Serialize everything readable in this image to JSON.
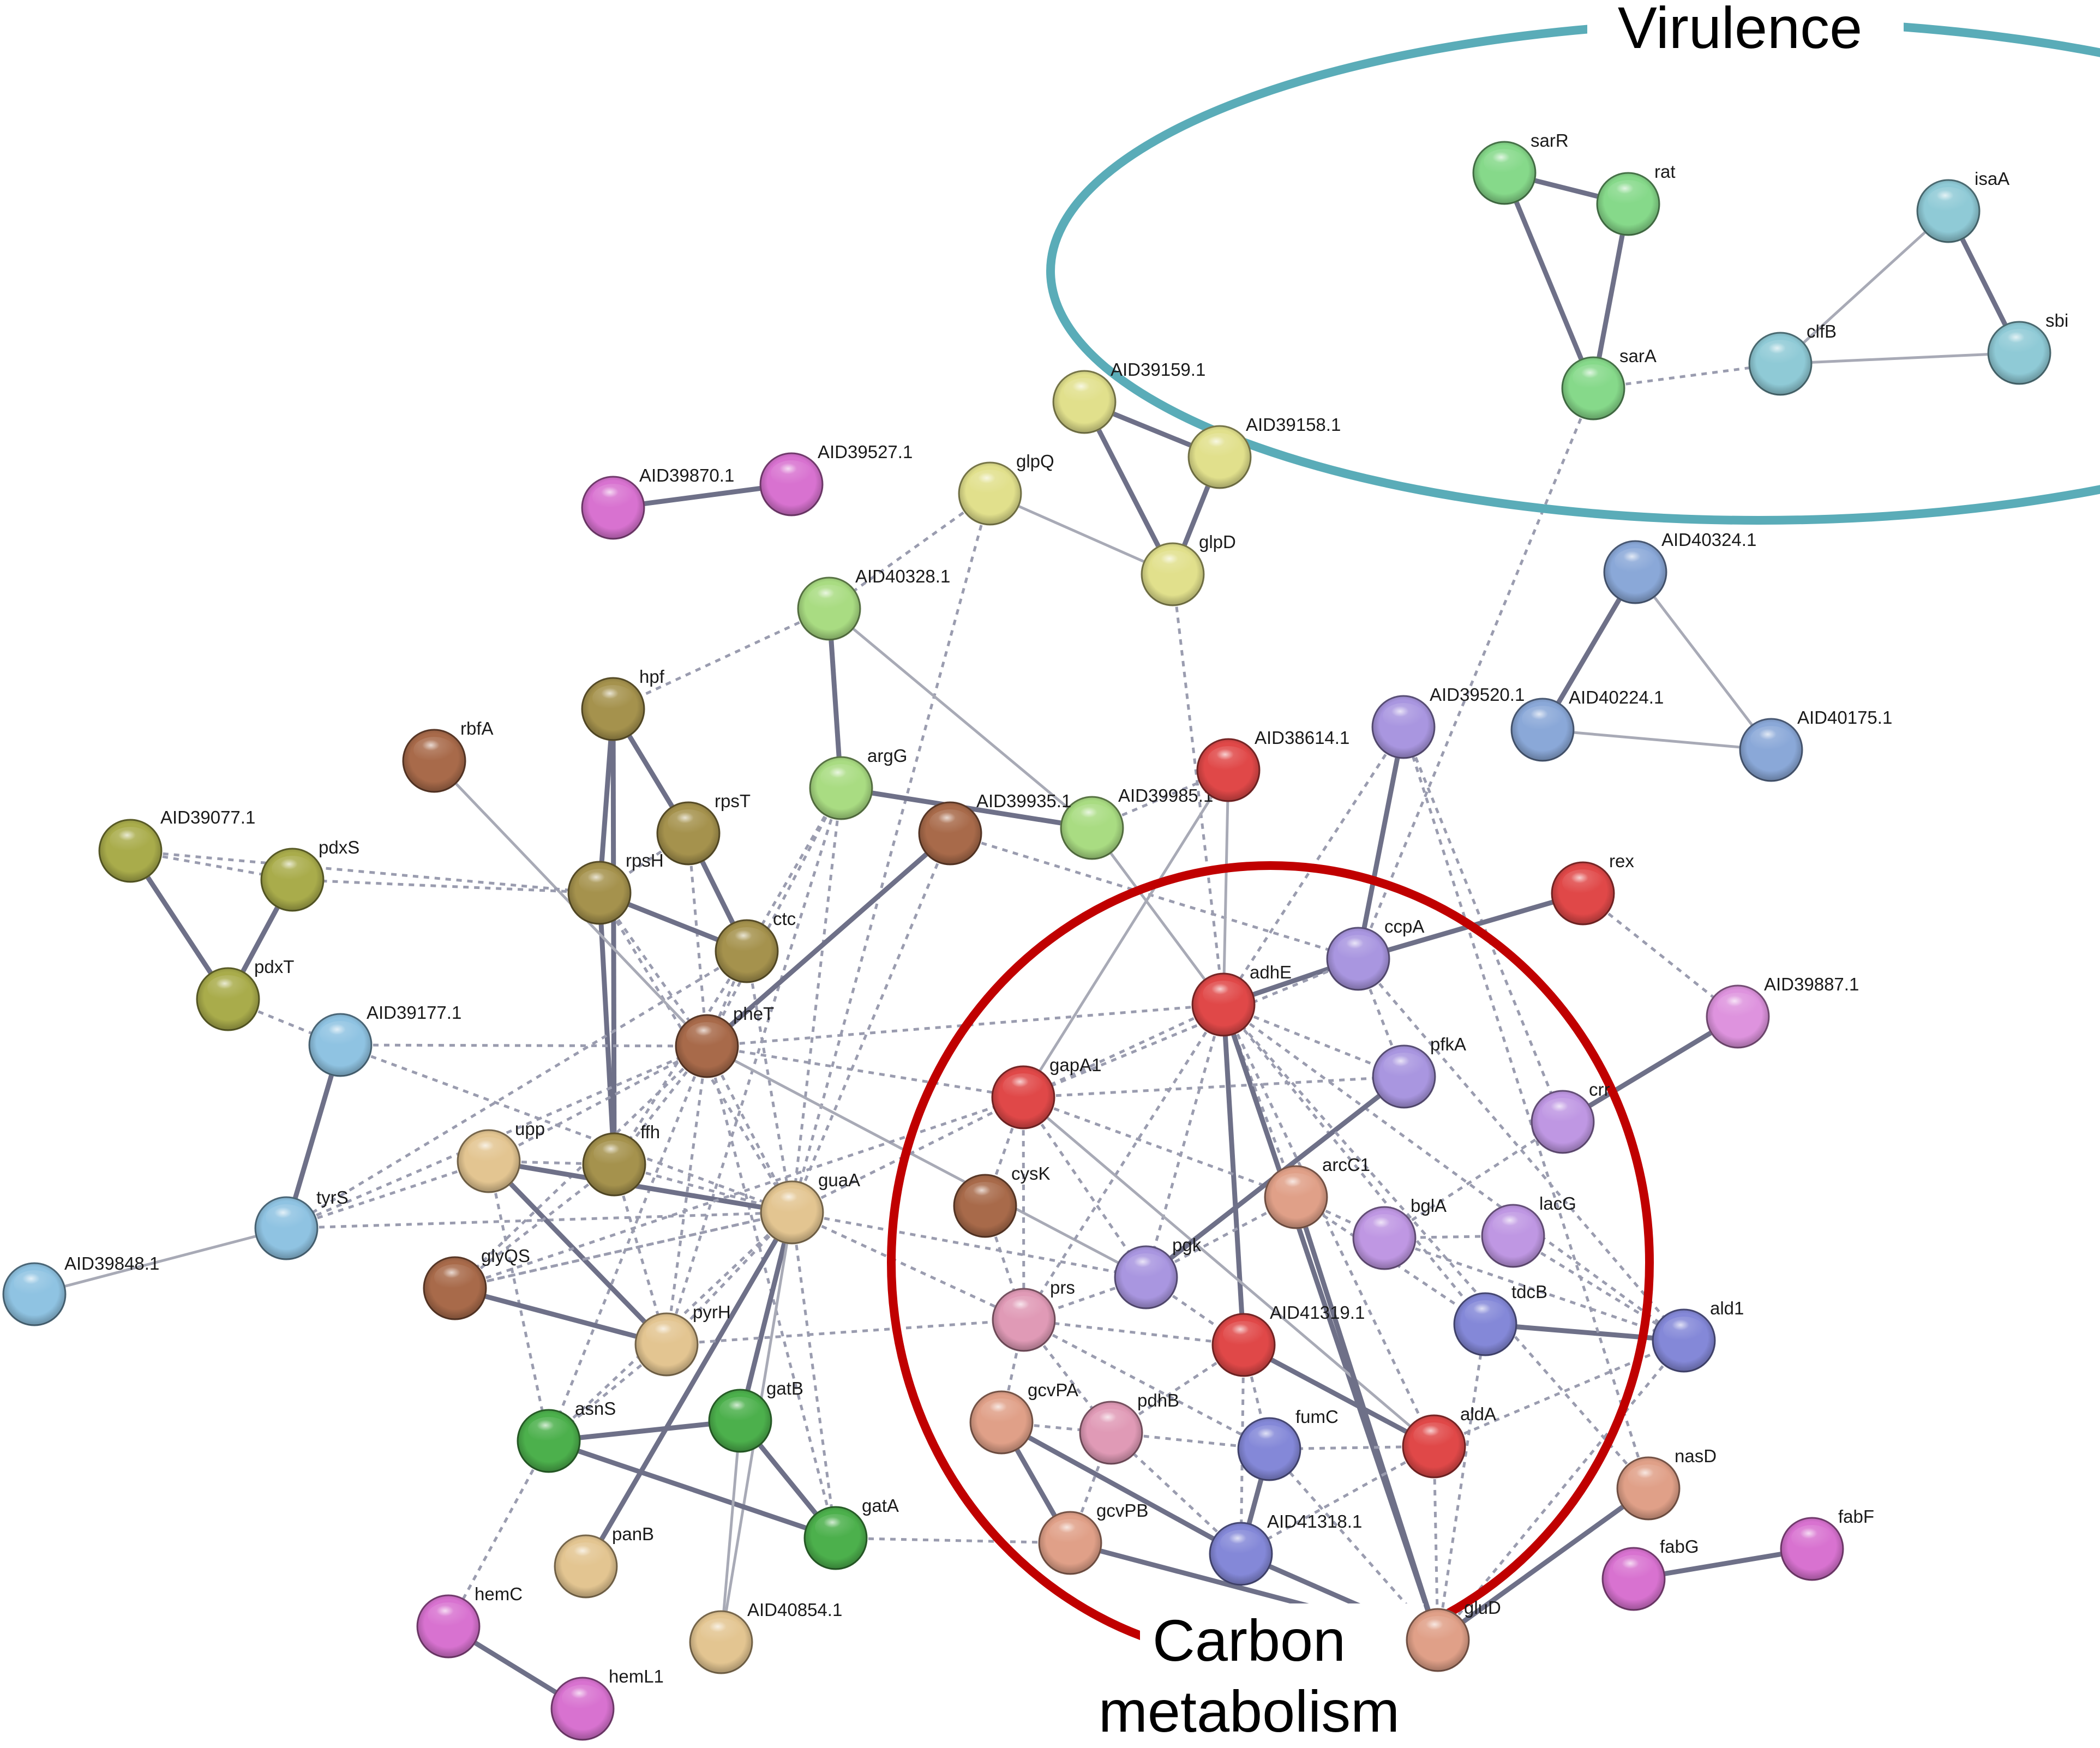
{
  "clusters": [
    {
      "id": "virulence",
      "lines": [
        "Virulence"
      ],
      "color": "#5aacb8"
    },
    {
      "id": "carbon",
      "lines": [
        "Carbon",
        "metabolism"
      ],
      "color": "#c00000"
    }
  ],
  "colors": {
    "olive": "#a9ac4b",
    "khaki": "#a5924d",
    "tan": "#e3c591",
    "brown": "#a86a4a",
    "lightgreen": "#a9dc82",
    "green": "#4cb04c",
    "vgreen": "#86d98a",
    "yellow": "#e1e08c",
    "pink": "#d872d0",
    "mauve": "#de93de",
    "lightblue": "#8fc3e2",
    "teal": "#8fcad6",
    "steel": "#8aa8d8",
    "lavender": "#a996e0",
    "purple": "#bf97e3",
    "red": "#e04848",
    "salmon": "#e0a088",
    "rose": "#e09ab6",
    "cobalt": "#8488d8"
  },
  "nodes": [
    {
      "id": "sarR",
      "label": "sarR",
      "color": "vgreen"
    },
    {
      "id": "rat",
      "label": "rat",
      "color": "vgreen"
    },
    {
      "id": "sarA",
      "label": "sarA",
      "color": "vgreen"
    },
    {
      "id": "isaA",
      "label": "isaA",
      "color": "teal"
    },
    {
      "id": "clfB",
      "label": "clfB",
      "color": "teal"
    },
    {
      "id": "sbi",
      "label": "sbi",
      "color": "teal"
    },
    {
      "id": "AID39159",
      "label": "AID39159.1",
      "color": "yellow"
    },
    {
      "id": "AID39158",
      "label": "AID39158.1",
      "color": "yellow"
    },
    {
      "id": "glpQ",
      "label": "glpQ",
      "color": "yellow"
    },
    {
      "id": "glpD",
      "label": "glpD",
      "color": "yellow"
    },
    {
      "id": "AID39870",
      "label": "AID39870.1",
      "color": "pink"
    },
    {
      "id": "AID39527",
      "label": "AID39527.1",
      "color": "pink"
    },
    {
      "id": "AID40324",
      "label": "AID40324.1",
      "color": "steel"
    },
    {
      "id": "AID40224",
      "label": "AID40224.1",
      "color": "steel"
    },
    {
      "id": "AID40175",
      "label": "AID40175.1",
      "color": "steel"
    },
    {
      "id": "AID40328",
      "label": "AID40328.1",
      "color": "lightgreen"
    },
    {
      "id": "argG",
      "label": "argG",
      "color": "lightgreen"
    },
    {
      "id": "AID39985",
      "label": "AID39985.1",
      "color": "lightgreen"
    },
    {
      "id": "hpf",
      "label": "hpf",
      "color": "khaki"
    },
    {
      "id": "rpsT",
      "label": "rpsT",
      "color": "khaki"
    },
    {
      "id": "rpsH",
      "label": "rpsH",
      "color": "khaki"
    },
    {
      "id": "ctc",
      "label": "ctc",
      "color": "khaki"
    },
    {
      "id": "ffh",
      "label": "ffh",
      "color": "khaki"
    },
    {
      "id": "rbfA",
      "label": "rbfA",
      "color": "brown"
    },
    {
      "id": "AID39935",
      "label": "AID39935.1",
      "color": "brown"
    },
    {
      "id": "pheT",
      "label": "pheT",
      "color": "brown"
    },
    {
      "id": "glyQS",
      "label": "glyQS",
      "color": "brown"
    },
    {
      "id": "cysK",
      "label": "cysK",
      "color": "brown"
    },
    {
      "id": "AID39520",
      "label": "AID39520.1",
      "color": "lavender"
    },
    {
      "id": "ccpA",
      "label": "ccpA",
      "color": "lavender"
    },
    {
      "id": "pfkA",
      "label": "pfkA",
      "color": "lavender"
    },
    {
      "id": "pgk",
      "label": "pgk",
      "color": "lavender"
    },
    {
      "id": "AID38614",
      "label": "AID38614.1",
      "color": "red"
    },
    {
      "id": "adhE",
      "label": "adhE",
      "color": "red"
    },
    {
      "id": "gapA1",
      "label": "gapA1",
      "color": "red"
    },
    {
      "id": "AID41319",
      "label": "AID41319.1",
      "color": "red"
    },
    {
      "id": "aldA",
      "label": "aldA",
      "color": "red"
    },
    {
      "id": "rex",
      "label": "rex",
      "color": "red"
    },
    {
      "id": "AID39887",
      "label": "AID39887.1",
      "color": "mauve"
    },
    {
      "id": "crr",
      "label": "crr",
      "color": "purple"
    },
    {
      "id": "bglA",
      "label": "bglA",
      "color": "purple"
    },
    {
      "id": "lacG",
      "label": "lacG",
      "color": "purple"
    },
    {
      "id": "tdcB",
      "label": "tdcB",
      "color": "cobalt"
    },
    {
      "id": "ald1",
      "label": "ald1",
      "color": "cobalt"
    },
    {
      "id": "fumC",
      "label": "fumC",
      "color": "cobalt"
    },
    {
      "id": "AID41318",
      "label": "AID41318.1",
      "color": "cobalt"
    },
    {
      "id": "arcC1",
      "label": "arcC1",
      "color": "salmon"
    },
    {
      "id": "gcvPA",
      "label": "gcvPA",
      "color": "salmon"
    },
    {
      "id": "gcvPB",
      "label": "gcvPB",
      "color": "salmon"
    },
    {
      "id": "gluD",
      "label": "gluD",
      "color": "salmon"
    },
    {
      "id": "nasD",
      "label": "nasD",
      "color": "salmon"
    },
    {
      "id": "prs",
      "label": "prs",
      "color": "rose"
    },
    {
      "id": "pdhB",
      "label": "pdhB",
      "color": "rose"
    },
    {
      "id": "fabG",
      "label": "fabG",
      "color": "pink"
    },
    {
      "id": "fabF",
      "label": "fabF",
      "color": "pink"
    },
    {
      "id": "AID39077",
      "label": "AID39077.1",
      "color": "olive"
    },
    {
      "id": "pdxS",
      "label": "pdxS",
      "color": "olive"
    },
    {
      "id": "pdxT",
      "label": "pdxT",
      "color": "olive"
    },
    {
      "id": "AID39177",
      "label": "AID39177.1",
      "color": "lightblue"
    },
    {
      "id": "tyrS",
      "label": "tyrS",
      "color": "lightblue"
    },
    {
      "id": "AID39848",
      "label": "AID39848.1",
      "color": "lightblue"
    },
    {
      "id": "upp",
      "label": "upp",
      "color": "tan"
    },
    {
      "id": "guaA",
      "label": "guaA",
      "color": "tan"
    },
    {
      "id": "pyrH",
      "label": "pyrH",
      "color": "tan"
    },
    {
      "id": "panB",
      "label": "panB",
      "color": "tan"
    },
    {
      "id": "AID40854",
      "label": "AID40854.1",
      "color": "tan"
    },
    {
      "id": "asnS",
      "label": "asnS",
      "color": "green"
    },
    {
      "id": "gatB",
      "label": "gatB",
      "color": "green"
    },
    {
      "id": "gatA",
      "label": "gatA",
      "color": "green"
    },
    {
      "id": "hemC",
      "label": "hemC",
      "color": "pink"
    },
    {
      "id": "hemL1",
      "label": "hemL1",
      "color": "pink"
    }
  ],
  "edges": [
    [
      "sarR",
      "rat",
      "s"
    ],
    [
      "sarR",
      "sarA",
      "s"
    ],
    [
      "rat",
      "sarA",
      "s"
    ],
    [
      "sarA",
      "clfB",
      "d"
    ],
    [
      "isaA",
      "clfB",
      "t"
    ],
    [
      "isaA",
      "sbi",
      "s"
    ],
    [
      "clfB",
      "sbi",
      "t"
    ],
    [
      "sarA",
      "ccpA",
      "d"
    ],
    [
      "AID39159",
      "AID39158",
      "s"
    ],
    [
      "AID39159",
      "glpD",
      "s"
    ],
    [
      "AID39158",
      "glpD",
      "s"
    ],
    [
      "glpQ",
      "glpD",
      "t"
    ],
    [
      "glpQ",
      "AID40328",
      "d"
    ],
    [
      "glpQ",
      "guaA",
      "d"
    ],
    [
      "glpD",
      "adhE",
      "d"
    ],
    [
      "AID39870",
      "AID39527",
      "s"
    ],
    [
      "AID40324",
      "AID40224",
      "s"
    ],
    [
      "AID40324",
      "AID40175",
      "t"
    ],
    [
      "AID40224",
      "AID40175",
      "t"
    ],
    [
      "AID40328",
      "argG",
      "s"
    ],
    [
      "AID40328",
      "AID39985",
      "t"
    ],
    [
      "AID40328",
      "hpf",
      "d"
    ],
    [
      "argG",
      "AID39985",
      "s"
    ],
    [
      "argG",
      "guaA",
      "d"
    ],
    [
      "argG",
      "pheT",
      "d"
    ],
    [
      "argG",
      "ctc",
      "d"
    ],
    [
      "argG",
      "pyrH",
      "d"
    ],
    [
      "AID39985",
      "adhE",
      "t"
    ],
    [
      "AID39985",
      "AID38614",
      "d"
    ],
    [
      "AID39935",
      "pheT",
      "s"
    ],
    [
      "AID39935",
      "ccpA",
      "d"
    ],
    [
      "AID39935",
      "guaA",
      "d"
    ],
    [
      "hpf",
      "rpsT",
      "s"
    ],
    [
      "hpf",
      "rpsH",
      "s"
    ],
    [
      "hpf",
      "ffh",
      "s"
    ],
    [
      "rpsT",
      "ctc",
      "s"
    ],
    [
      "rpsT",
      "rpsH",
      "d"
    ],
    [
      "rpsT",
      "pheT",
      "d"
    ],
    [
      "rpsH",
      "ctc",
      "s"
    ],
    [
      "rpsH",
      "ffh",
      "s"
    ],
    [
      "rpsH",
      "pheT",
      "d"
    ],
    [
      "rpsH",
      "pdxS",
      "d"
    ],
    [
      "rpsH",
      "guaA",
      "d"
    ],
    [
      "ctc",
      "pheT",
      "d"
    ],
    [
      "ctc",
      "ffh",
      "d"
    ],
    [
      "ctc",
      "guaA",
      "d"
    ],
    [
      "ctc",
      "tyrS",
      "d"
    ],
    [
      "rbfA",
      "pheT",
      "t"
    ],
    [
      "AID39077",
      "pdxS",
      "d"
    ],
    [
      "AID39077",
      "pdxT",
      "s"
    ],
    [
      "AID39077",
      "rpsH",
      "d"
    ],
    [
      "pdxS",
      "pdxT",
      "s"
    ],
    [
      "pdxT",
      "AID39177",
      "d"
    ],
    [
      "AID39177",
      "tyrS",
      "s"
    ],
    [
      "AID39177",
      "pheT",
      "d"
    ],
    [
      "AID39177",
      "guaA",
      "d"
    ],
    [
      "tyrS",
      "AID39848",
      "t"
    ],
    [
      "tyrS",
      "pheT",
      "d"
    ],
    [
      "tyrS",
      "upp",
      "d"
    ],
    [
      "tyrS",
      "guaA",
      "d"
    ],
    [
      "pheT",
      "guaA",
      "d"
    ],
    [
      "pheT",
      "ffh",
      "d"
    ],
    [
      "pheT",
      "upp",
      "d"
    ],
    [
      "pheT",
      "gapA1",
      "d"
    ],
    [
      "pheT",
      "pgk",
      "t"
    ],
    [
      "pheT",
      "glyQS",
      "d"
    ],
    [
      "pheT",
      "pyrH",
      "d"
    ],
    [
      "pheT",
      "asnS",
      "d"
    ],
    [
      "pheT",
      "gatA",
      "d"
    ],
    [
      "pheT",
      "adhE",
      "d"
    ],
    [
      "upp",
      "guaA",
      "s"
    ],
    [
      "upp",
      "pyrH",
      "s"
    ],
    [
      "upp",
      "ffh",
      "d"
    ],
    [
      "upp",
      "asnS",
      "d"
    ],
    [
      "ffh",
      "guaA",
      "d"
    ],
    [
      "ffh",
      "pyrH",
      "d"
    ],
    [
      "ffh",
      "glyQS",
      "d"
    ],
    [
      "guaA",
      "pyrH",
      "d"
    ],
    [
      "guaA",
      "gatB",
      "s"
    ],
    [
      "guaA",
      "gatA",
      "d"
    ],
    [
      "guaA",
      "asnS",
      "d"
    ],
    [
      "guaA",
      "panB",
      "s"
    ],
    [
      "guaA",
      "AID40854",
      "t"
    ],
    [
      "guaA",
      "gapA1",
      "d"
    ],
    [
      "guaA",
      "pgk",
      "d"
    ],
    [
      "guaA",
      "prs",
      "d"
    ],
    [
      "guaA",
      "glyQS",
      "d"
    ],
    [
      "glyQS",
      "gapA1",
      "d"
    ],
    [
      "glyQS",
      "guaA",
      "d"
    ],
    [
      "pyrH",
      "prs",
      "d"
    ],
    [
      "pyrH",
      "asnS",
      "d"
    ],
    [
      "asnS",
      "gatB",
      "s"
    ],
    [
      "asnS",
      "gatA",
      "s"
    ],
    [
      "asnS",
      "hemC",
      "d"
    ],
    [
      "gatB",
      "gatA",
      "s"
    ],
    [
      "gatB",
      "AID40854",
      "t"
    ],
    [
      "gatA",
      "gcvPB",
      "d"
    ],
    [
      "hemC",
      "hemL1",
      "s"
    ],
    [
      "AID39520",
      "ccpA",
      "s"
    ],
    [
      "AID39520",
      "crr",
      "d"
    ],
    [
      "AID39520",
      "adhE",
      "d"
    ],
    [
      "ccpA",
      "adhE",
      "s"
    ],
    [
      "ccpA",
      "rex",
      "s"
    ],
    [
      "ccpA",
      "gapA1",
      "d"
    ],
    [
      "ccpA",
      "pfkA",
      "d"
    ],
    [
      "ccpA",
      "ald1",
      "d"
    ],
    [
      "rex",
      "AID39887",
      "d"
    ],
    [
      "AID39887",
      "crr",
      "s"
    ],
    [
      "AID38614",
      "adhE",
      "t"
    ],
    [
      "AID38614",
      "gapA1",
      "t"
    ],
    [
      "adhE",
      "gapA1",
      "d"
    ],
    [
      "adhE",
      "AID41319",
      "s"
    ],
    [
      "adhE",
      "arcC1",
      "d"
    ],
    [
      "adhE",
      "pgk",
      "d"
    ],
    [
      "adhE",
      "gluD",
      "s"
    ],
    [
      "adhE",
      "aldA",
      "d"
    ],
    [
      "adhE",
      "pfkA",
      "d"
    ],
    [
      "adhE",
      "ald1",
      "d"
    ],
    [
      "adhE",
      "prs",
      "d"
    ],
    [
      "adhE",
      "tdcB",
      "d"
    ],
    [
      "gapA1",
      "pgk",
      "d"
    ],
    [
      "gapA1",
      "pfkA",
      "d"
    ],
    [
      "gapA1",
      "cysK",
      "d"
    ],
    [
      "gapA1",
      "prs",
      "d"
    ],
    [
      "gapA1",
      "arcC1",
      "d"
    ],
    [
      "gapA1",
      "aldA",
      "t"
    ],
    [
      "pfkA",
      "pgk",
      "s"
    ],
    [
      "crr",
      "bglA",
      "d"
    ],
    [
      "pgk",
      "prs",
      "d"
    ],
    [
      "pgk",
      "AID41319",
      "d"
    ],
    [
      "pgk",
      "arcC1",
      "d"
    ],
    [
      "AID41319",
      "aldA",
      "s"
    ],
    [
      "AID41319",
      "pdhB",
      "d"
    ],
    [
      "AID41319",
      "fumC",
      "d"
    ],
    [
      "AID41319",
      "prs",
      "d"
    ],
    [
      "AID41319",
      "AID41318",
      "d"
    ],
    [
      "arcC1",
      "gluD",
      "s"
    ],
    [
      "arcC1",
      "bglA",
      "d"
    ],
    [
      "arcC1",
      "tdcB",
      "d"
    ],
    [
      "tdcB",
      "ald1",
      "s"
    ],
    [
      "bglA",
      "ald1",
      "d"
    ],
    [
      "lacG",
      "bglA",
      "d"
    ],
    [
      "lacG",
      "ald1",
      "d"
    ],
    [
      "aldA",
      "gluD",
      "d"
    ],
    [
      "aldA",
      "fumC",
      "d"
    ],
    [
      "aldA",
      "AID41318",
      "d"
    ],
    [
      "aldA",
      "ald1",
      "d"
    ],
    [
      "gcvPA",
      "gcvPB",
      "s"
    ],
    [
      "gcvPA",
      "AID41318",
      "s"
    ],
    [
      "gcvPA",
      "pdhB",
      "d"
    ],
    [
      "gcvPA",
      "prs",
      "d"
    ],
    [
      "gcvPB",
      "gluD",
      "s"
    ],
    [
      "gcvPB",
      "pdhB",
      "d"
    ],
    [
      "AID41318",
      "fumC",
      "s"
    ],
    [
      "AID41318",
      "gluD",
      "s"
    ],
    [
      "AID41318",
      "pdhB",
      "d"
    ],
    [
      "gluD",
      "ald1",
      "d"
    ],
    [
      "gluD",
      "nasD",
      "s"
    ],
    [
      "gluD",
      "fumC",
      "d"
    ],
    [
      "gluD",
      "tdcB",
      "d"
    ],
    [
      "nasD",
      "adhE",
      "d"
    ],
    [
      "nasD",
      "AID39520",
      "d"
    ],
    [
      "fabG",
      "fabF",
      "s"
    ],
    [
      "cysK",
      "prs",
      "d"
    ],
    [
      "prs",
      "pdhB",
      "d"
    ],
    [
      "pdhB",
      "fumC",
      "d"
    ],
    [
      "prs",
      "fumC",
      "d"
    ],
    [
      "glyQS",
      "pyrH",
      "s"
    ]
  ]
}
